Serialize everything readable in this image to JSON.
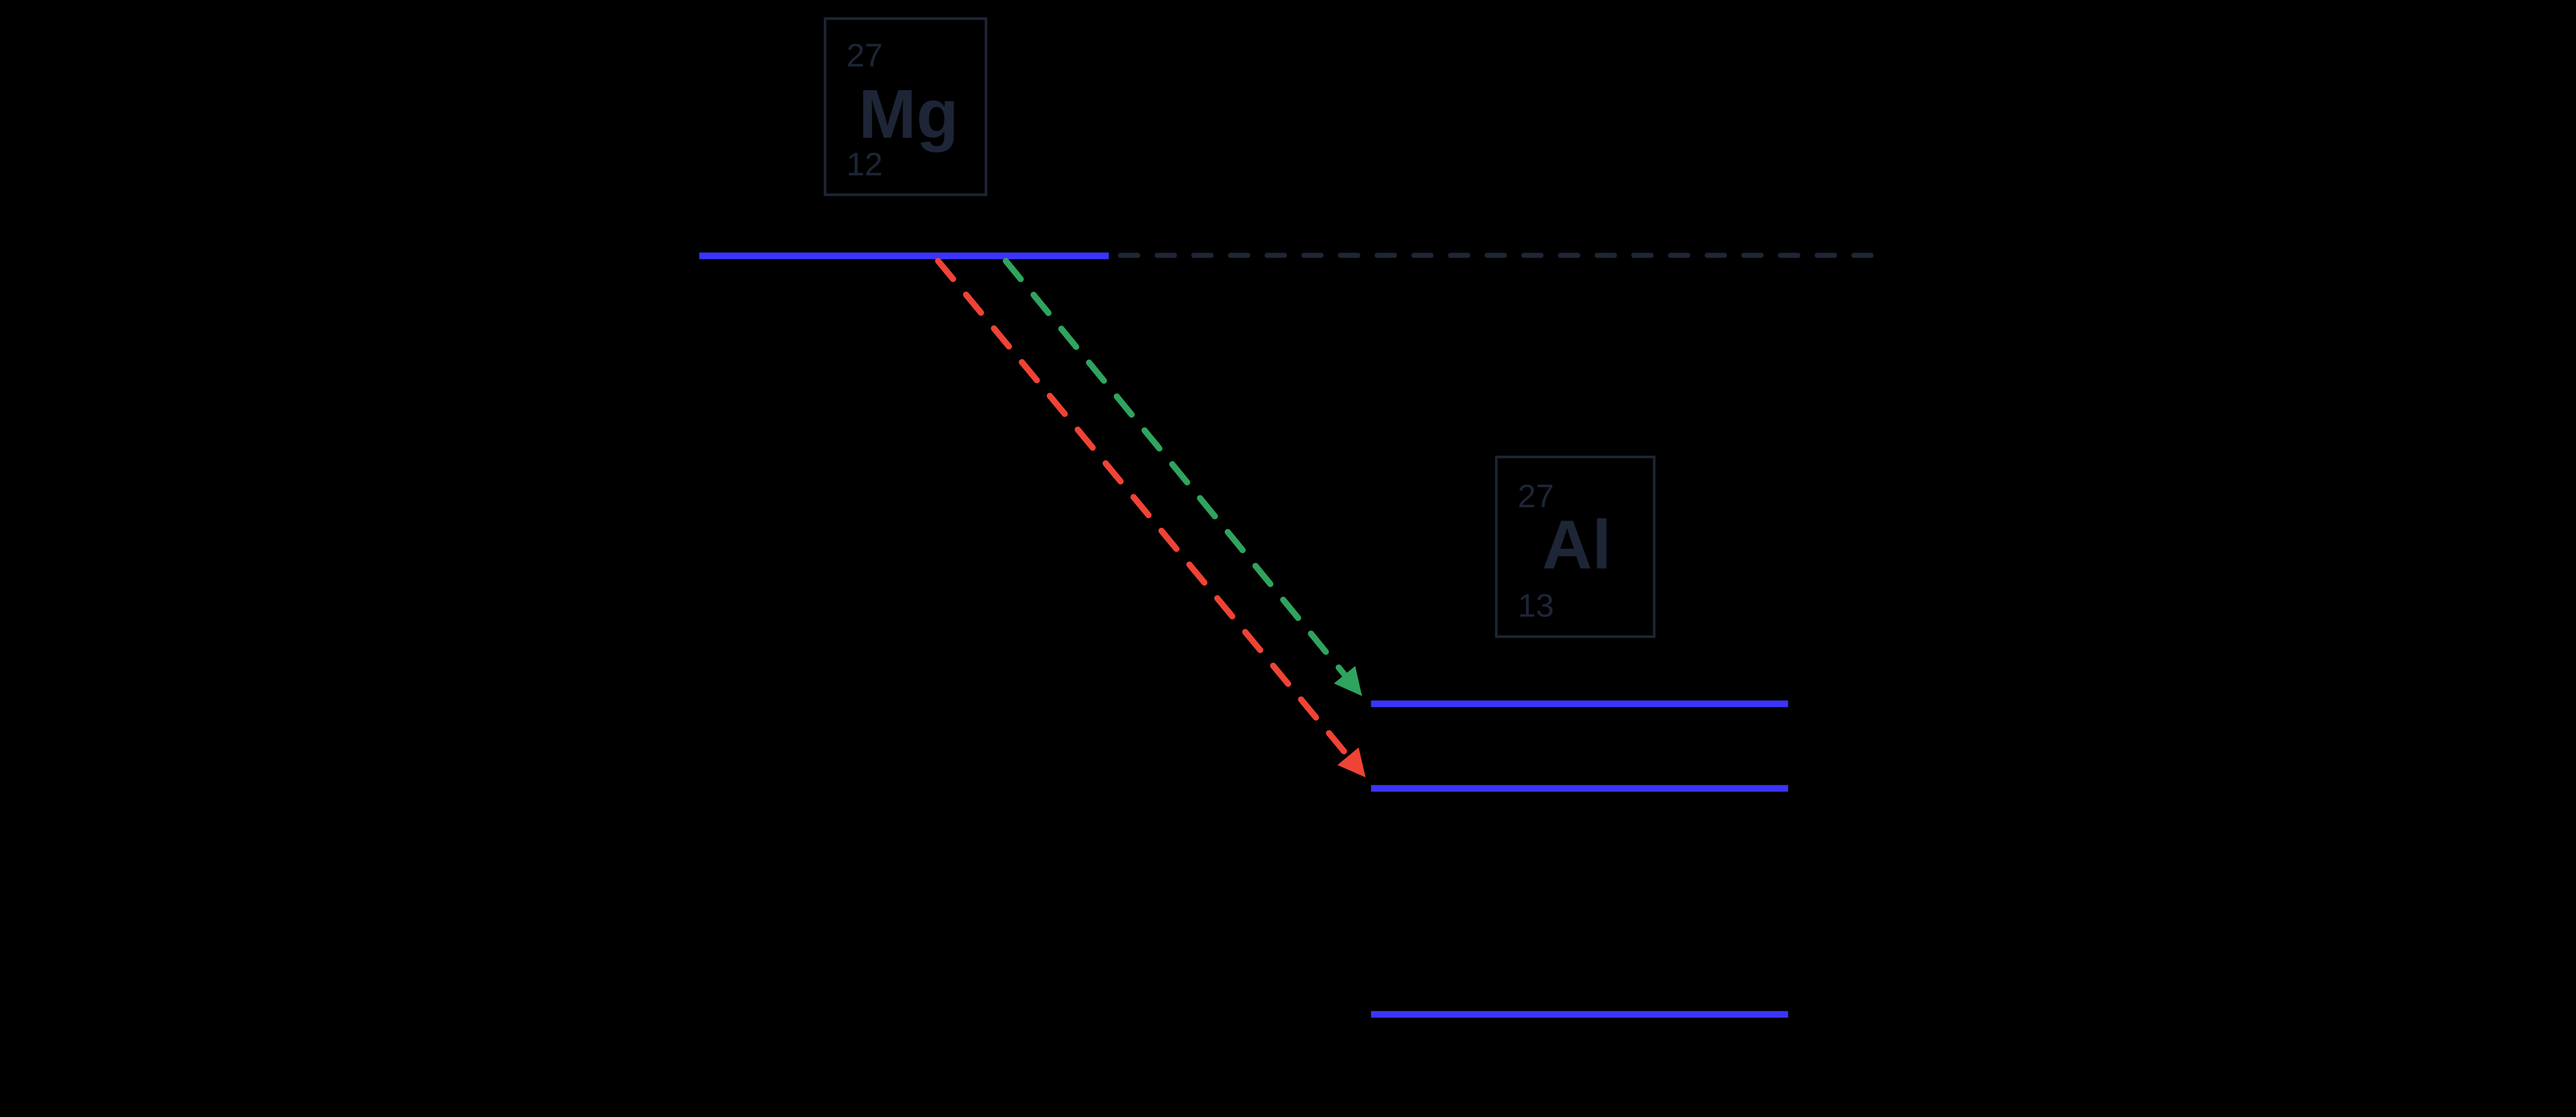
{
  "diagram": {
    "parent_nuclide": {
      "mass_number": "27",
      "symbol": "Mg",
      "atomic_number": "12"
    },
    "daughter_nuclide": {
      "mass_number": "27",
      "symbol": "Al",
      "atomic_number": "13"
    }
  },
  "colors": {
    "background": "#000000",
    "level_blue": "#3b35fa",
    "navy": "#1d2536",
    "arrow_green": "#2fa45e",
    "arrow_red": "#ef4335"
  }
}
